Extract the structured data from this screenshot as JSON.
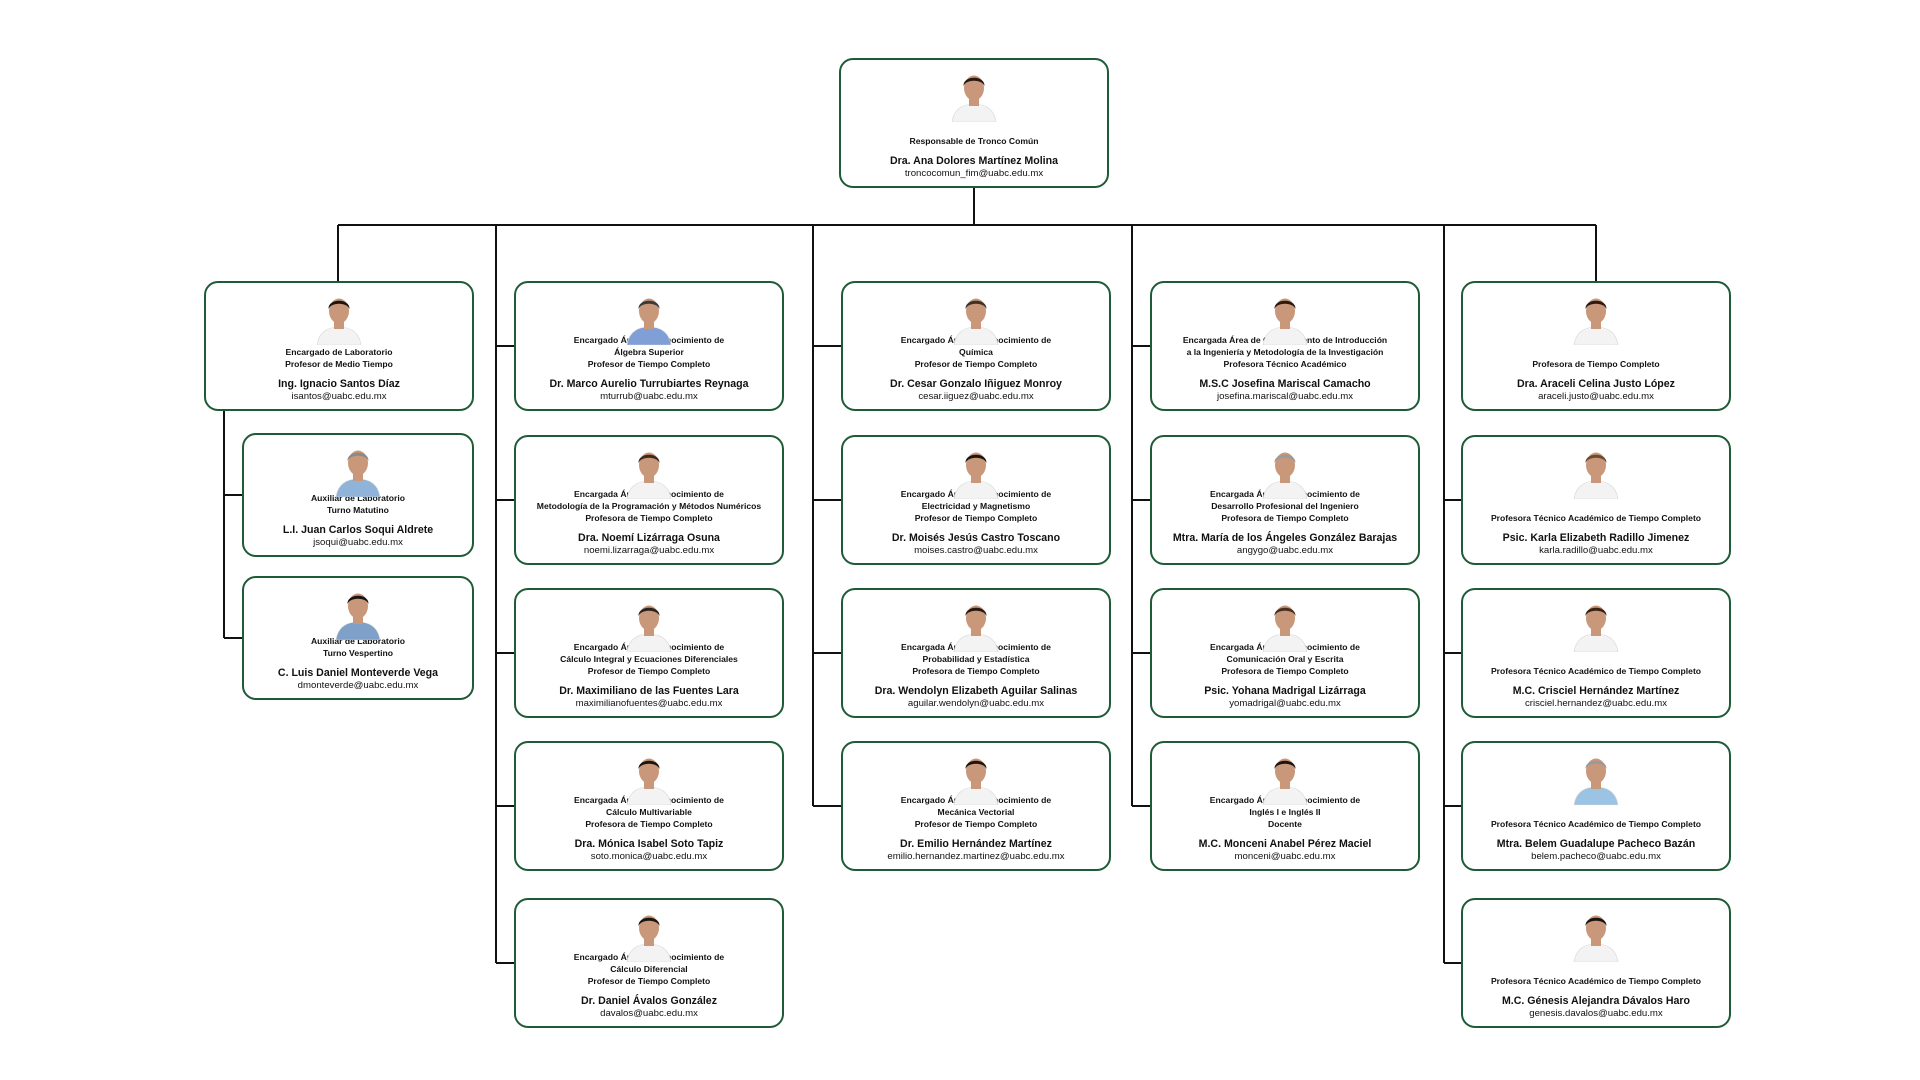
{
  "colors": {
    "border": "#1e5b36",
    "line": "#111111",
    "skin": "#c99779",
    "shirt_white": "#f3f3f3"
  },
  "root": {
    "roles": [
      "Responsable de Tronco Común"
    ],
    "name": "Dra. Ana Dolores Martínez Molina",
    "email": "troncocomun_fim@uabc.edu.mx",
    "avatar": {
      "hair": "#2a1a12",
      "shirt": "#f3f3f3"
    }
  },
  "columns": [
    {
      "head": {
        "roles": [
          "Encargado de Laboratorio",
          "Profesor de Medio Tiempo"
        ],
        "name": "Ing. Ignacio Santos Díaz",
        "email": "isantos@uabc.edu.mx",
        "avatar": {
          "hair": "#1b1410",
          "shirt": "#f3f3f3"
        }
      },
      "children": [
        {
          "roles": [
            "Auxiliar de Laboratorio",
            "Turno Matutino"
          ],
          "name": "L.I. Juan Carlos Soqui Aldrete",
          "email": "jsoqui@uabc.edu.mx",
          "avatar": {
            "hair": "#8a8a8a",
            "shirt": "#8fb3d9"
          }
        },
        {
          "roles": [
            "Auxiliar de Laboratorio",
            "Turno Vespertino"
          ],
          "name": "C. Luis Daniel Monteverde Vega",
          "email": "dmonteverde@uabc.edu.mx",
          "avatar": {
            "hair": "#1b1410",
            "shirt": "#7fa0c8"
          }
        }
      ]
    },
    {
      "cards": [
        {
          "roles": [
            "Encargado Área de Conocimiento de",
            "Álgebra Superior",
            "Profesor de Tiempo Completo"
          ],
          "name": "Dr. Marco Aurelio Turrubiartes Reynaga",
          "email": "mturrub@uabc.edu.mx",
          "avatar": {
            "hair": "#3a3a3a",
            "shirt": "#7f9fd6"
          }
        },
        {
          "roles": [
            "Encargada Área de Conocimiento de",
            "Metodología de la Programación y Métodos Numéricos",
            "Profesora de Tiempo Completo"
          ],
          "name": "Dra. Noemí Lizárraga Osuna",
          "email": "noemi.lizarraga@uabc.edu.mx",
          "avatar": {
            "hair": "#3b2a1e",
            "shirt": "#f3f3f3"
          }
        },
        {
          "roles": [
            "Encargado Área de Conocimiento de",
            "Cálculo Integral y Ecuaciones Diferenciales",
            "Profesor de Tiempo Completo"
          ],
          "name": "Dr. Maximiliano de las Fuentes Lara",
          "email": "maximilianofuentes@uabc.edu.mx",
          "avatar": {
            "hair": "#2a2420",
            "shirt": "#f3f3f3"
          }
        },
        {
          "roles": [
            "Encargada Área de Conocimiento de",
            "Cálculo Multivariable",
            "Profesora de Tiempo Completo"
          ],
          "name": "Dra. Mónica Isabel Soto Tapiz",
          "email": "soto.monica@uabc.edu.mx",
          "avatar": {
            "hair": "#1b1410",
            "shirt": "#f3f3f3"
          }
        },
        {
          "roles": [
            "Encargado Área de Conocimiento de",
            "Cálculo Diferencial",
            "Profesor de Tiempo Completo"
          ],
          "name": "Dr. Daniel Ávalos González",
          "email": "davalos@uabc.edu.mx",
          "avatar": {
            "hair": "#1b1410",
            "shirt": "#f3f3f3"
          }
        }
      ]
    },
    {
      "cards": [
        {
          "roles": [
            "Encargado Área de Conocimiento de",
            "Química",
            "Profesor de Tiempo Completo"
          ],
          "name": "Dr. Cesar Gonzalo Iñiguez Monroy",
          "email": "cesar.iiguez@uabc.edu.mx",
          "avatar": {
            "hair": "#3a3028",
            "shirt": "#f3f3f3"
          }
        },
        {
          "roles": [
            "Encargado Área de Conocimiento de",
            "Electricidad y Magnetismo",
            "Profesor de Tiempo Completo"
          ],
          "name": "Dr. Moisés Jesús Castro Toscano",
          "email": "moises.castro@uabc.edu.mx",
          "avatar": {
            "hair": "#1b1410",
            "shirt": "#f3f3f3"
          }
        },
        {
          "roles": [
            "Encargada Área de Conocimiento de",
            "Probabilidad y Estadística",
            "Profesora de Tiempo Completo"
          ],
          "name": "Dra. Wendolyn Elizabeth Aguilar Salinas",
          "email": "aguilar.wendolyn@uabc.edu.mx",
          "avatar": {
            "hair": "#2a1a12",
            "shirt": "#f3f3f3"
          }
        },
        {
          "roles": [
            "Encargado Área de Conocimiento de",
            "Mecánica Vectorial",
            "Profesor de Tiempo Completo"
          ],
          "name": "Dr. Emilio Hernández Martínez",
          "email": "emilio.hernandez.martinez@uabc.edu.mx",
          "avatar": {
            "hair": "#1b1410",
            "shirt": "#f3f3f3"
          }
        }
      ]
    },
    {
      "cards": [
        {
          "roles": [
            "Encargada Área de Conocimiento de Introducción",
            "a la Ingeniería y Metodología de la Investigación",
            "Profesora Técnico Académico"
          ],
          "name": "M.S.C Josefina Mariscal Camacho",
          "email": "josefina.mariscal@uabc.edu.mx",
          "avatar": {
            "hair": "#2a1a12",
            "shirt": "#f3f3f3"
          }
        },
        {
          "roles": [
            "Encargada Área de Conocimiento de",
            "Desarrollo Profesional del Ingeniero",
            "Profesora de Tiempo Completo"
          ],
          "name": "Mtra. María de los Ángeles González Barajas",
          "email": "angygo@uabc.edu.mx",
          "avatar": {
            "hair": "#9a9a9a",
            "shirt": "#f3f3f3"
          }
        },
        {
          "roles": [
            "Encargada Área de Conocimiento de",
            "Comunicación Oral y Escrita",
            "Profesora de Tiempo Completo"
          ],
          "name": "Psic. Yohana Madrigal Lizárraga",
          "email": "yomadrigal@uabc.edu.mx",
          "avatar": {
            "hair": "#4a3222",
            "shirt": "#f3f3f3"
          }
        },
        {
          "roles": [
            "Encargado Área de Conocimiento de",
            "Inglés I e Inglés II",
            "Docente"
          ],
          "name": "M.C. Monceni Anabel Pérez Maciel",
          "email": "monceni@uabc.edu.mx",
          "avatar": {
            "hair": "#1b1410",
            "shirt": "#f3f3f3"
          }
        }
      ]
    },
    {
      "cards": [
        {
          "roles": [
            "Profesora de Tiempo Completo"
          ],
          "name": "Dra. Araceli Celina Justo López",
          "email": "araceli.justo@uabc.edu.mx",
          "avatar": {
            "hair": "#2a1a12",
            "shirt": "#f3f3f3"
          }
        },
        {
          "roles": [
            "Profesora Técnico Académico de Tiempo Completo"
          ],
          "name": "Psic. Karla Elizabeth Radillo Jimenez",
          "email": "karla.radillo@uabc.edu.mx",
          "avatar": {
            "hair": "#6a4a30",
            "shirt": "#f3f3f3"
          }
        },
        {
          "roles": [
            "Profesora Técnico Académico de Tiempo Completo"
          ],
          "name": "M.C. Crisciel Hernández Martínez",
          "email": "crisciel.hernandez@uabc.edu.mx",
          "avatar": {
            "hair": "#3a2418",
            "shirt": "#f3f3f3"
          }
        },
        {
          "roles": [
            "Profesora Técnico Académico de Tiempo Completo"
          ],
          "name": "Mtra. Belem Guadalupe Pacheco Bazán",
          "email": "belem.pacheco@uabc.edu.mx",
          "avatar": {
            "hair": "#9a9a9a",
            "shirt": "#9cc3e4"
          }
        },
        {
          "roles": [
            "Profesora Técnico Académico de Tiempo Completo"
          ],
          "name": "M.C. Génesis Alejandra Dávalos Haro",
          "email": "genesis.davalos@uabc.edu.mx",
          "avatar": {
            "hair": "#1b1410",
            "shirt": "#f3f3f3"
          }
        }
      ]
    }
  ]
}
